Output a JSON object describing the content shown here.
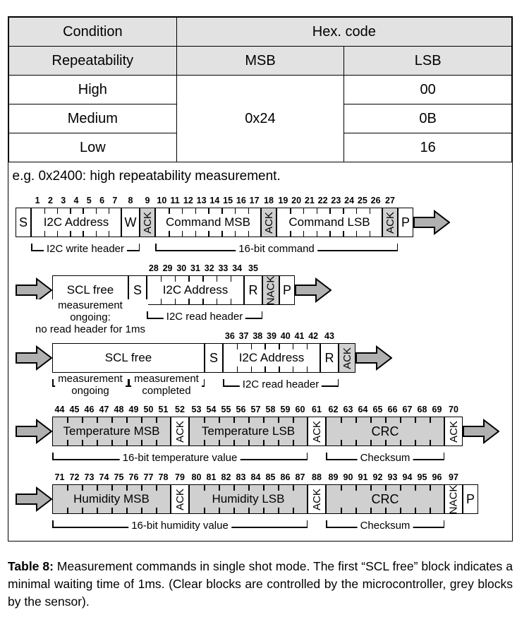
{
  "table": {
    "header_row1": [
      "Condition",
      "Hex. code"
    ],
    "header_row2": [
      "Repeatability",
      "MSB",
      "LSB"
    ],
    "rows": [
      {
        "condition": "High",
        "msb": "0x24",
        "lsb": "00"
      },
      {
        "condition": "Medium",
        "msb": "",
        "lsb": "0B"
      },
      {
        "condition": "Low",
        "msb": "",
        "lsb": "16"
      }
    ],
    "note": "e.g. 0x2400: high repeatability measurement."
  },
  "diagram": {
    "rows": [
      {
        "id": "i2c-write-command",
        "blocks": [
          {
            "label": "S",
            "grey": false,
            "rotated": false,
            "bits": []
          },
          {
            "label": "I2C Address",
            "grey": false,
            "rotated": false,
            "bits": [
              1,
              2,
              3,
              4,
              5,
              6,
              7
            ]
          },
          {
            "label": "W",
            "grey": false,
            "rotated": false,
            "bits": [
              8
            ]
          },
          {
            "label": "ACK",
            "grey": true,
            "rotated": true,
            "bits": [
              9
            ]
          },
          {
            "label": "Command MSB",
            "grey": false,
            "rotated": false,
            "bits": [
              10,
              11,
              12,
              13,
              14,
              15,
              16,
              17
            ]
          },
          {
            "label": "ACK",
            "grey": true,
            "rotated": true,
            "bits": [
              18
            ]
          },
          {
            "label": "Command LSB",
            "grey": false,
            "rotated": false,
            "bits": [
              19,
              20,
              21,
              22,
              23,
              24,
              25,
              26
            ]
          },
          {
            "label": "ACK",
            "grey": true,
            "rotated": true,
            "bits": [
              27
            ]
          },
          {
            "label": "P",
            "grey": false,
            "rotated": false,
            "bits": []
          }
        ],
        "brackets": [
          {
            "label": "I2C write header"
          },
          {
            "label": "16-bit command"
          }
        ]
      },
      {
        "id": "read-header-nack",
        "blocks": [
          {
            "label": "SCL free",
            "grey": false,
            "rotated": false,
            "bits": []
          },
          {
            "label": "S",
            "grey": false,
            "rotated": false,
            "bits": []
          },
          {
            "label": "I2C Address",
            "grey": false,
            "rotated": false,
            "bits": [
              28,
              29,
              30,
              31,
              32,
              33,
              34
            ]
          },
          {
            "label": "R",
            "grey": false,
            "rotated": false,
            "bits": [
              35
            ]
          },
          {
            "label": "NACK",
            "grey": true,
            "rotated": true,
            "bits": []
          },
          {
            "label": "P",
            "grey": false,
            "rotated": false,
            "bits": []
          }
        ],
        "brackets": [
          {
            "label": "measurement\nongoing:\nno read header for 1ms"
          },
          {
            "label": "I2C read header"
          }
        ]
      },
      {
        "id": "read-header-ack",
        "blocks": [
          {
            "label": "SCL free",
            "grey": false,
            "rotated": false,
            "bits": []
          },
          {
            "label": "S",
            "grey": false,
            "rotated": false,
            "bits": []
          },
          {
            "label": "I2C Address",
            "grey": false,
            "rotated": false,
            "bits": [
              36,
              37,
              38,
              39,
              40,
              41,
              42
            ]
          },
          {
            "label": "R",
            "grey": false,
            "rotated": false,
            "bits": [
              43
            ]
          },
          {
            "label": "ACK",
            "grey": true,
            "rotated": true,
            "bits": []
          }
        ],
        "brackets": [
          {
            "label": "measurement\nongoing"
          },
          {
            "label": "measurement\ncompleted"
          },
          {
            "label": "I2C read header"
          }
        ]
      },
      {
        "id": "temperature-data",
        "blocks": [
          {
            "label": "Temperature MSB",
            "grey": true,
            "rotated": false,
            "bits": [
              44,
              45,
              46,
              47,
              48,
              49,
              50,
              51
            ]
          },
          {
            "label": "ACK",
            "grey": false,
            "rotated": true,
            "bits": [
              52
            ]
          },
          {
            "label": "Temperature LSB",
            "grey": true,
            "rotated": false,
            "bits": [
              53,
              54,
              55,
              56,
              57,
              58,
              59,
              60
            ]
          },
          {
            "label": "ACK",
            "grey": false,
            "rotated": true,
            "bits": [
              61
            ]
          },
          {
            "label": "CRC",
            "grey": true,
            "rotated": false,
            "bits": [
              62,
              63,
              64,
              65,
              66,
              67,
              68,
              69
            ]
          },
          {
            "label": "ACK",
            "grey": false,
            "rotated": true,
            "bits": [
              70
            ]
          }
        ],
        "brackets": [
          {
            "label": "16-bit temperature value"
          },
          {
            "label": "Checksum"
          }
        ]
      },
      {
        "id": "humidity-data",
        "blocks": [
          {
            "label": "Humidity MSB",
            "grey": true,
            "rotated": false,
            "bits": [
              71,
              72,
              73,
              74,
              75,
              76,
              77,
              78
            ]
          },
          {
            "label": "ACK",
            "grey": false,
            "rotated": true,
            "bits": [
              79
            ]
          },
          {
            "label": "Humidity LSB",
            "grey": true,
            "rotated": false,
            "bits": [
              80,
              81,
              82,
              83,
              84,
              85,
              86,
              87
            ]
          },
          {
            "label": "ACK",
            "grey": false,
            "rotated": true,
            "bits": [
              88
            ]
          },
          {
            "label": "CRC",
            "grey": true,
            "rotated": false,
            "bits": [
              89,
              90,
              91,
              92,
              93,
              94,
              95,
              96
            ]
          },
          {
            "label": "NACK",
            "grey": false,
            "rotated": true,
            "bits": [
              97
            ]
          },
          {
            "label": "P",
            "grey": false,
            "rotated": false,
            "bits": []
          }
        ],
        "brackets": [
          {
            "label": "16-bit humidity value"
          },
          {
            "label": "Checksum"
          }
        ]
      }
    ]
  },
  "caption": {
    "number": "Table 8:",
    "text": " Measurement commands in single shot mode. The first “SCL free” block indicates a minimal waiting time of 1ms. (Clear blocks are controlled by the microcontroller, grey blocks by the sensor)."
  },
  "colors": {
    "header_grey": "#e2e2e2",
    "block_grey": "#d0d0d0",
    "arrow_grey": "#b0b0b0",
    "line": "#000000"
  }
}
